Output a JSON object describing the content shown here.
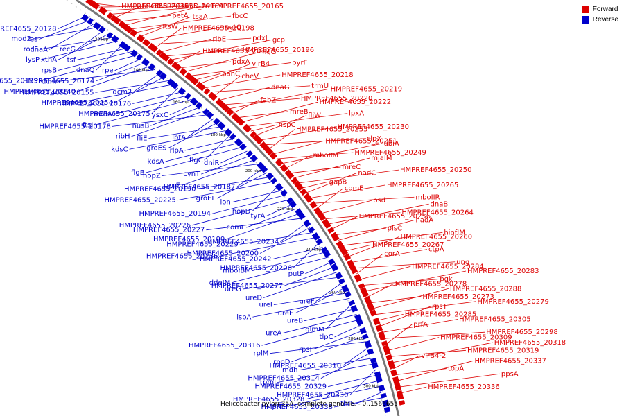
{
  "legend": {
    "forward_label": "Forward",
    "reverse_label": "Reverse",
    "forward_color": "#dd0000",
    "reverse_color": "#0000cc"
  },
  "caption": "Helicobacter pylori 35A, complete genome. - 0..1566655",
  "ticks": [
    "120 kbp",
    "140 kbp",
    "160 kbp",
    "180 kbp",
    "200 kbp",
    "220 kbp",
    "240 kbp",
    "260 kbp",
    "280 kbp",
    "300 kbp"
  ],
  "forward_labels": [
    "HMPREF4655_20151",
    "HMPREF4655_20169",
    "secD",
    "HMPREF4655_20165",
    "folC",
    "petA",
    "trcF",
    "fbcC",
    "ftsW",
    "tsaA",
    "metQ",
    "pdxJ",
    "HMPREF4655_20198",
    "ribE",
    "HMPREF4655_20196",
    "gcp",
    "HMPREF4655_20197",
    "pdxA",
    "flgG",
    "pyrF",
    "panC",
    "virB4",
    "HMPREF4655_20218",
    "trmU",
    "cheV",
    "dnaG",
    "HMPREF4655_20220",
    "HMPREF4655_20219",
    "fabZ",
    "mreB",
    "HMPREF4655_20222",
    "lpxA",
    "nspC",
    "fliW",
    "HMPREF4655_20230",
    "clpX",
    "HMPREF4655_20255",
    "HMPREF4655_20251",
    "HMPREF4655_20249",
    "ubiA",
    "mboIIM",
    "mreC",
    "mjaIM",
    "HMPREF4655_20250",
    "gapB",
    "nadC",
    "HMPREF4655_20265",
    "mboIIR",
    "comE",
    "psd",
    "HMPREF4655_20264",
    "dnaB",
    "HMPREF4655_20256",
    "plsC",
    "nadA",
    "hinfIM",
    "HMPREF4655_20267",
    "HMPREF4655_20260",
    "ctpA",
    "ung",
    "corA",
    "HMPREF4655_20284",
    "pgk",
    "HMPREF4655_20283",
    "HMPREF4655_20278",
    "HMPREF4655_20273",
    "HMPREF4655_20288",
    "HMPREF4655_20279",
    "HMPREF4655_20285",
    "rpsT",
    "HMPREF4655_20305",
    "HMPREF4655_20298",
    "prfA",
    "HMPREF4655_20309",
    "HMPREF4655_20319",
    "HMPREF4655_20318",
    "virB4-2",
    "topA",
    "HMPREF4655_20337",
    "ppsA",
    "HMPREF4655_20336"
  ],
  "reverse_labels": [
    "HMPREF4655_20128",
    "res",
    "dnaA",
    "mod2",
    "recG",
    "xthA",
    "rocF",
    "lysP",
    "dnaQ",
    "tsf",
    "rpsB",
    "HMPREF4655_20139",
    "rpe",
    "HMPREF4655_20174",
    "HMPREF4655_20140",
    "dcm",
    "dcm2",
    "HMPREF4655_20154",
    "HMPREF4655_20155",
    "llm",
    "HMPREF4655_20175",
    "HMPREF4655_20176",
    "mrdA",
    "ftsI",
    "ysxC",
    "nusB",
    "ribH",
    "HMPREF4655_20178",
    "lptA",
    "groES",
    "fliE",
    "kdsC",
    "flgC",
    "rlpA",
    "kdsA",
    "flgB",
    "dniR",
    "cynT",
    "ceuE",
    "hopZ",
    "HMPREF4655_20187",
    "groEL",
    "HMPREF4655_20190",
    "HMPREF4655_20225",
    "hopD",
    "lon",
    "HMPREF4655_20194",
    "HMPREF4655_20226",
    "tyrA",
    "comL",
    "HMPREF4655_20199",
    "HMPREF4655_20227",
    "HMPREF4655_20234",
    "HMPREF4655_20200",
    "HMPREF4655_20229",
    "HMPREF4655_20236",
    "HMPREF4655_20206",
    "HMPREF4655_20242",
    "mboIBM",
    "ddeIM",
    "putP",
    "HMPREF4655_20277",
    "ureD",
    "ureG",
    "ureF",
    "ureE",
    "ureI",
    "lspA",
    "glmM",
    "ureB",
    "ureA",
    "HMPREF4655_20316",
    "tlpC",
    "rpsI",
    "rpoD",
    "rplM",
    "HMPREF4655_20310",
    "HMPREF4655_20314",
    "mdh",
    "rpmI",
    "HMPREF4655_20330",
    "HMPREF4655_20329",
    "HMPREF4655_20328",
    "rplT",
    "thrS",
    "HMPREF4655_20338"
  ]
}
